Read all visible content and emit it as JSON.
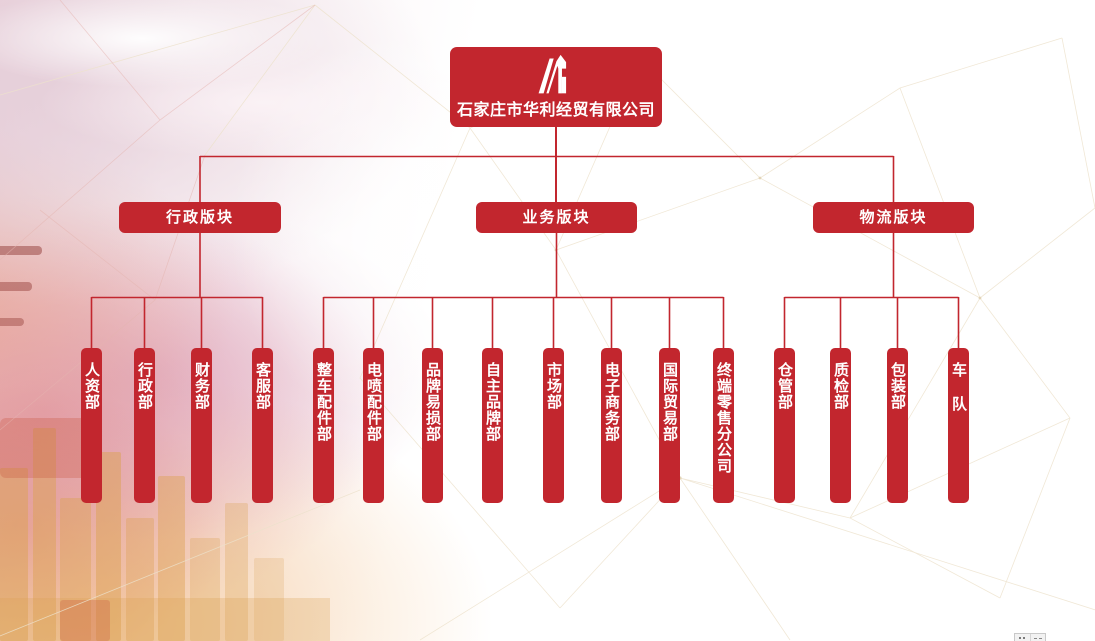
{
  "company": {
    "name": "石家庄市华利经贸有限公司",
    "logo_icon": "mountain-emblem-icon"
  },
  "sections": [
    {
      "label": "行政版块",
      "departments": [
        "人资部",
        "行政部",
        "财务部",
        "客服部"
      ]
    },
    {
      "label": "业务版块",
      "departments": [
        "整车配件部",
        "电喷配件部",
        "品牌易损部",
        "自主品牌部",
        "市场部",
        "电子商务部",
        "国际贸易部",
        "终端零售分公司"
      ]
    },
    {
      "label": "物流版块",
      "departments": [
        "仓管部",
        "质检部",
        "包装部",
        "车队"
      ]
    }
  ],
  "colors": {
    "node_red": "#C2262E",
    "connector_red": "#C2262E",
    "node_text": "#FFFFFF",
    "mesh_line": "#EDE2CC"
  },
  "footer_fragment": {
    "icons": [
      "dots-icon",
      "dashes-icon"
    ]
  }
}
